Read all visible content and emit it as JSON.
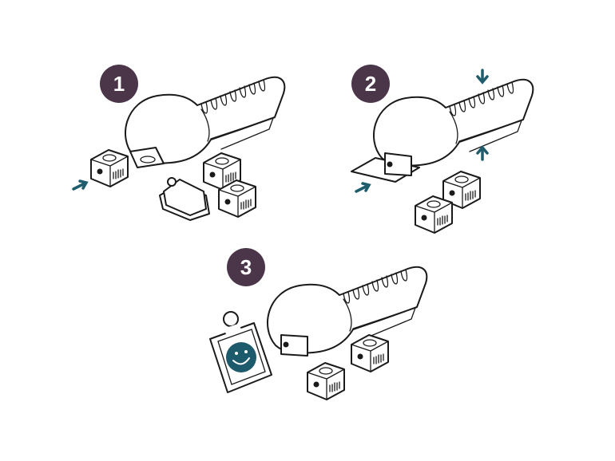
{
  "steps": [
    {
      "number": "1"
    },
    {
      "number": "2"
    },
    {
      "number": "3"
    }
  ],
  "colors": {
    "badge": "#4b3549",
    "arrow": "#1f5d6d",
    "smiley": "#1d5a6b",
    "outline": "#1a1a1a"
  },
  "icons": [
    "tool-icon",
    "stamp-cube-icon",
    "blank-card-icon",
    "smiley-card-icon",
    "arrow-icon"
  ]
}
